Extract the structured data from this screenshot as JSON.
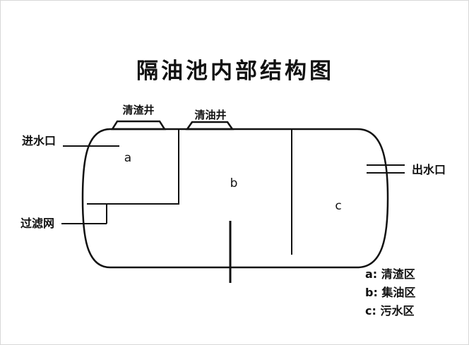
{
  "title": "隔油池内部结构图",
  "colors": {
    "title": "#00a651",
    "line": "#111111"
  },
  "diagram": {
    "wells": {
      "slag_well": "清渣井",
      "oil_well": "清油井"
    },
    "ports": {
      "inlet": "进水口",
      "outlet": "出水口",
      "filter": "过滤网"
    },
    "zones": {
      "a": "a",
      "b": "b",
      "c": "c"
    },
    "legend": [
      {
        "text": "a: 清渣区"
      },
      {
        "text": "b: 集油区"
      },
      {
        "text": "c: 污水区"
      }
    ]
  }
}
